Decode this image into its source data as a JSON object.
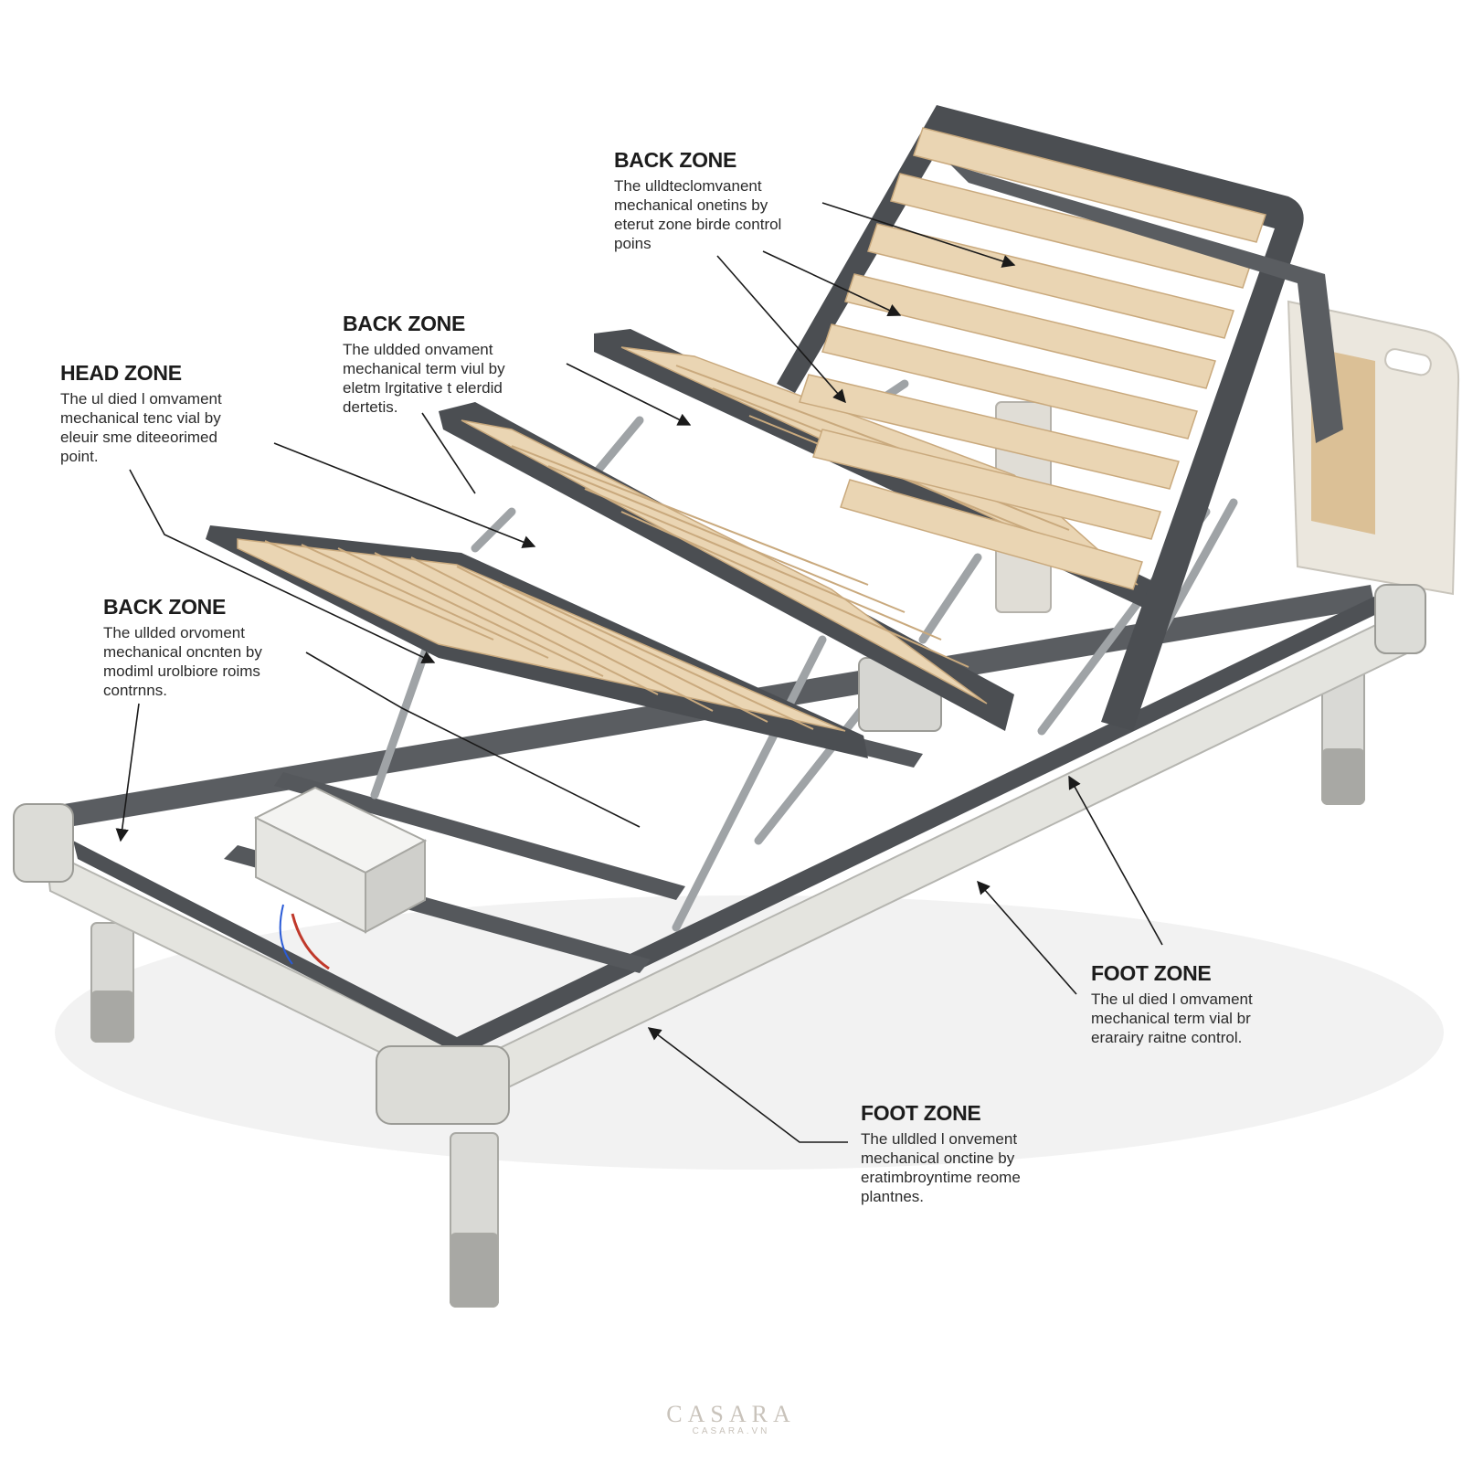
{
  "callouts": [
    {
      "id": "back-zone-top",
      "title": "BACK ZONE",
      "text": "The ulldteclomvanent\nmechanical onetins by\neterut zone birde control\npoins"
    },
    {
      "id": "back-zone-mid",
      "title": "BACK ZONE",
      "text": "The uldded onvament\nmechanical term viul by\neletm lrgitative t elerdid\ndertetis."
    },
    {
      "id": "head-zone",
      "title": "HEAD ZONE",
      "text": "The ul died l omvament\nmechanical tenc vial by\neleuir sme diteeorimed\npoint."
    },
    {
      "id": "back-zone-low",
      "title": "BACK ZONE",
      "text": "The ullded orvoment\nmechanical oncnten by\nmodiml urolbiore roims\ncontrnns."
    },
    {
      "id": "foot-zone-right",
      "title": "FOOT ZONE",
      "text": "The ul died l omvament\nmechanical term vial br\nerarairy raitne control."
    },
    {
      "id": "foot-zone-bottom",
      "title": "FOOT ZONE",
      "text": "The ulldled l onvement\nmechanical onctine by\neratimbroyntime reome\nplantnes."
    }
  ],
  "brand": {
    "name": "CASARA",
    "url": "CASARA.VN"
  },
  "colors": {
    "frame": "#55585c",
    "frame_light": "#e2e2dd",
    "slat": "#ead5b3",
    "slat_edge": "#c9a97d",
    "headboard": "#ebe7de",
    "headboard_panel": "#d8b88a",
    "line": "#1a1a1a"
  }
}
